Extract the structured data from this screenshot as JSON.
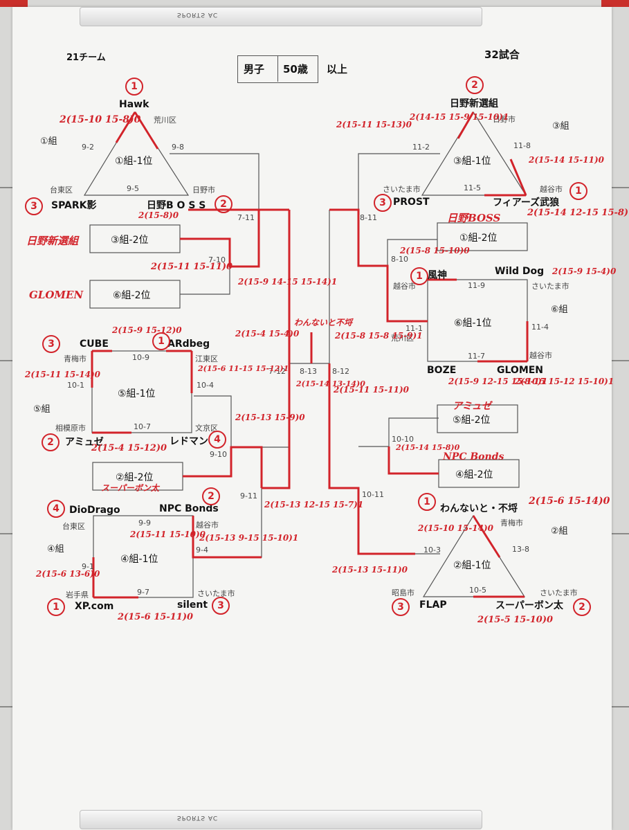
{
  "header": {
    "teams_count": "21チーム",
    "title_gender": "男子",
    "title_age": "50歳",
    "title_suffix": "以上",
    "matches_count": "32試合",
    "clip_text": "SPORTS AC"
  },
  "groups": {
    "g1": {
      "label": "①組",
      "box": "①組-1位",
      "top": "Hawk",
      "top_city": "荒川区",
      "left": "SPARK影",
      "left_city": "台東区",
      "right": "日野B O S S",
      "right_city": "日野市",
      "m1": "9-2",
      "m2": "9-8",
      "m3": "9-5"
    },
    "g3": {
      "label": "③組",
      "box": "③組-1位",
      "top": "日野新選組",
      "top_city": "日野市",
      "left": "PROST",
      "left_city": "さいたま市",
      "right": "フィアーズ武狼",
      "right_city": "越谷市",
      "m1": "11-2",
      "m2": "11-8",
      "m3": "11-5"
    },
    "g5": {
      "label": "⑤組",
      "box": "⑤組-1位",
      "tl": "CUBE",
      "tl_city": "青梅市",
      "tr": "ARdbeg",
      "tr_city": "江東区",
      "bl": "アミュゼ",
      "bl_city": "相模原市",
      "br": "レドマン",
      "br_city": "文京区",
      "m1": "10-9",
      "m2": "10-1",
      "m3": "10-4",
      "m4": "10-7"
    },
    "g6": {
      "label": "⑥組",
      "box": "⑥組-1位",
      "tl": "風神",
      "tl_city": "越谷市",
      "tr": "Wild Dog",
      "tr_city": "さいたま市",
      "bl": "BOZE",
      "bl_city": "荒川区",
      "br": "GLOMEN",
      "br_city": "越谷市",
      "m1": "11-9",
      "m2": "11-1",
      "m3": "11-4",
      "m4": "11-7"
    },
    "g4": {
      "label": "④組",
      "box": "④組-1位",
      "tl": "DioDrago",
      "tl_city": "台東区",
      "tr": "NPC Bonds",
      "tr_city": "越谷市",
      "bl": "XP.com",
      "bl_city": "岩手県",
      "br": "silent",
      "br_city": "さいたま市",
      "m1": "9-9",
      "m2": "9-1",
      "m3": "9-4",
      "m4": "9-7"
    },
    "g2": {
      "label": "②組",
      "box": "②組-1位",
      "top": "わんないと・不埒",
      "top_city": "青梅市",
      "left": "FLAP",
      "left_city": "昭島市",
      "right": "スーパーボン太",
      "right_city": "さいたま市",
      "m1": "10-3",
      "m2": "13-8",
      "m3": "10-5"
    }
  },
  "seconds": {
    "s3": "③組-2位",
    "s6": "⑥組-2位",
    "s2": "②組-2位",
    "s1": "①組-2位",
    "s5": "⑤組-2位",
    "s4": "④組-2位"
  },
  "matches": {
    "l1": "7-11",
    "l2": "7-10",
    "l3": "7-12",
    "l4": "9-10",
    "l5": "9-11",
    "c1": "8-13",
    "c2": "8-12",
    "r1": "8-11",
    "r2": "8-10",
    "r3": "10-10",
    "r4": "10-11"
  },
  "handwritten": {
    "hawk_score": "2(15-10 15-8)0",
    "hino_top": "2(14-15 15-9 15-10)1",
    "hino_left": "2(15-11 15-13)0",
    "fears_score": "2(15-14 15-11)0",
    "g1_boss_score": "2(15-8)0",
    "boss_left_score": "2(15-14 12-15 15-8)1",
    "hinoshinsen": "日野新選組",
    "hinoboss": "日野BOSS",
    "glomen": "GLOMEN",
    "s3_score": "2(15-11 15-11)0",
    "s6_score": "2(15-9 14-15 15-14)1",
    "fujin_score": "2(15-8 15-10)0",
    "wild_score": "2(15-9 15-4)0",
    "center_left_score": "2(15-4 15-4)0",
    "center_name": "わんないと不埒",
    "center_right_score": "2(15-8 15-8 15-9)1",
    "cube_score": "2(15-9 15-12)0",
    "g5_left_score": "2(15-11 15-14)0",
    "g5_right_score": "2(15-6 11-15 15-12)1",
    "center_final": "2(15-14 13-14)0",
    "center_r2": "2(15-11 15-11)0",
    "boze_score": "2(15-9 12-15 15-10)1",
    "glomen_score": "2(8-15 15-12 15-10)1",
    "amuze_name": "アミュゼ",
    "amuze_score": "2(15-4 15-12)0",
    "reddo_score": "2(15-13 15-9)0",
    "npc_name": "NPC Bonds",
    "npc_r_score": "2(15-14 15-8)0",
    "super_name": "スーパーボン太",
    "l5_score": "2(15-13 12-15 15-7)1",
    "g4_score": "2(15-11 15-10)0",
    "npc_score": "2(15-13 9-15 15-10)1",
    "g4_left_score": "2(15-6 13-6)0",
    "xp_score": "2(15-6 15-11)0",
    "g2_top_score": "2(15-10 15-14)0",
    "g2_right_score": "2(15-6 15-14)0",
    "g2_left_score": "2(15-13 15-11)0",
    "super_score": "2(15-5 15-10)0"
  },
  "circles": {
    "c_hawk": "1",
    "c_spark": "3",
    "c_boss": "2",
    "c_hino": "2",
    "c_prost": "3",
    "c_fears": "1",
    "c_cube": "3",
    "c_ardbeg": "1",
    "c_amuze": "2",
    "c_reddo": "4",
    "c_fujin": "1",
    "c_dio": "4",
    "c_npc": "2",
    "c_xp": "1",
    "c_silent": "3",
    "c_wan": "1",
    "c_flap": "3",
    "c_super": "2"
  },
  "colors": {
    "ink": "#d2232a",
    "line": "#555555",
    "paper": "#f5f5f3"
  }
}
